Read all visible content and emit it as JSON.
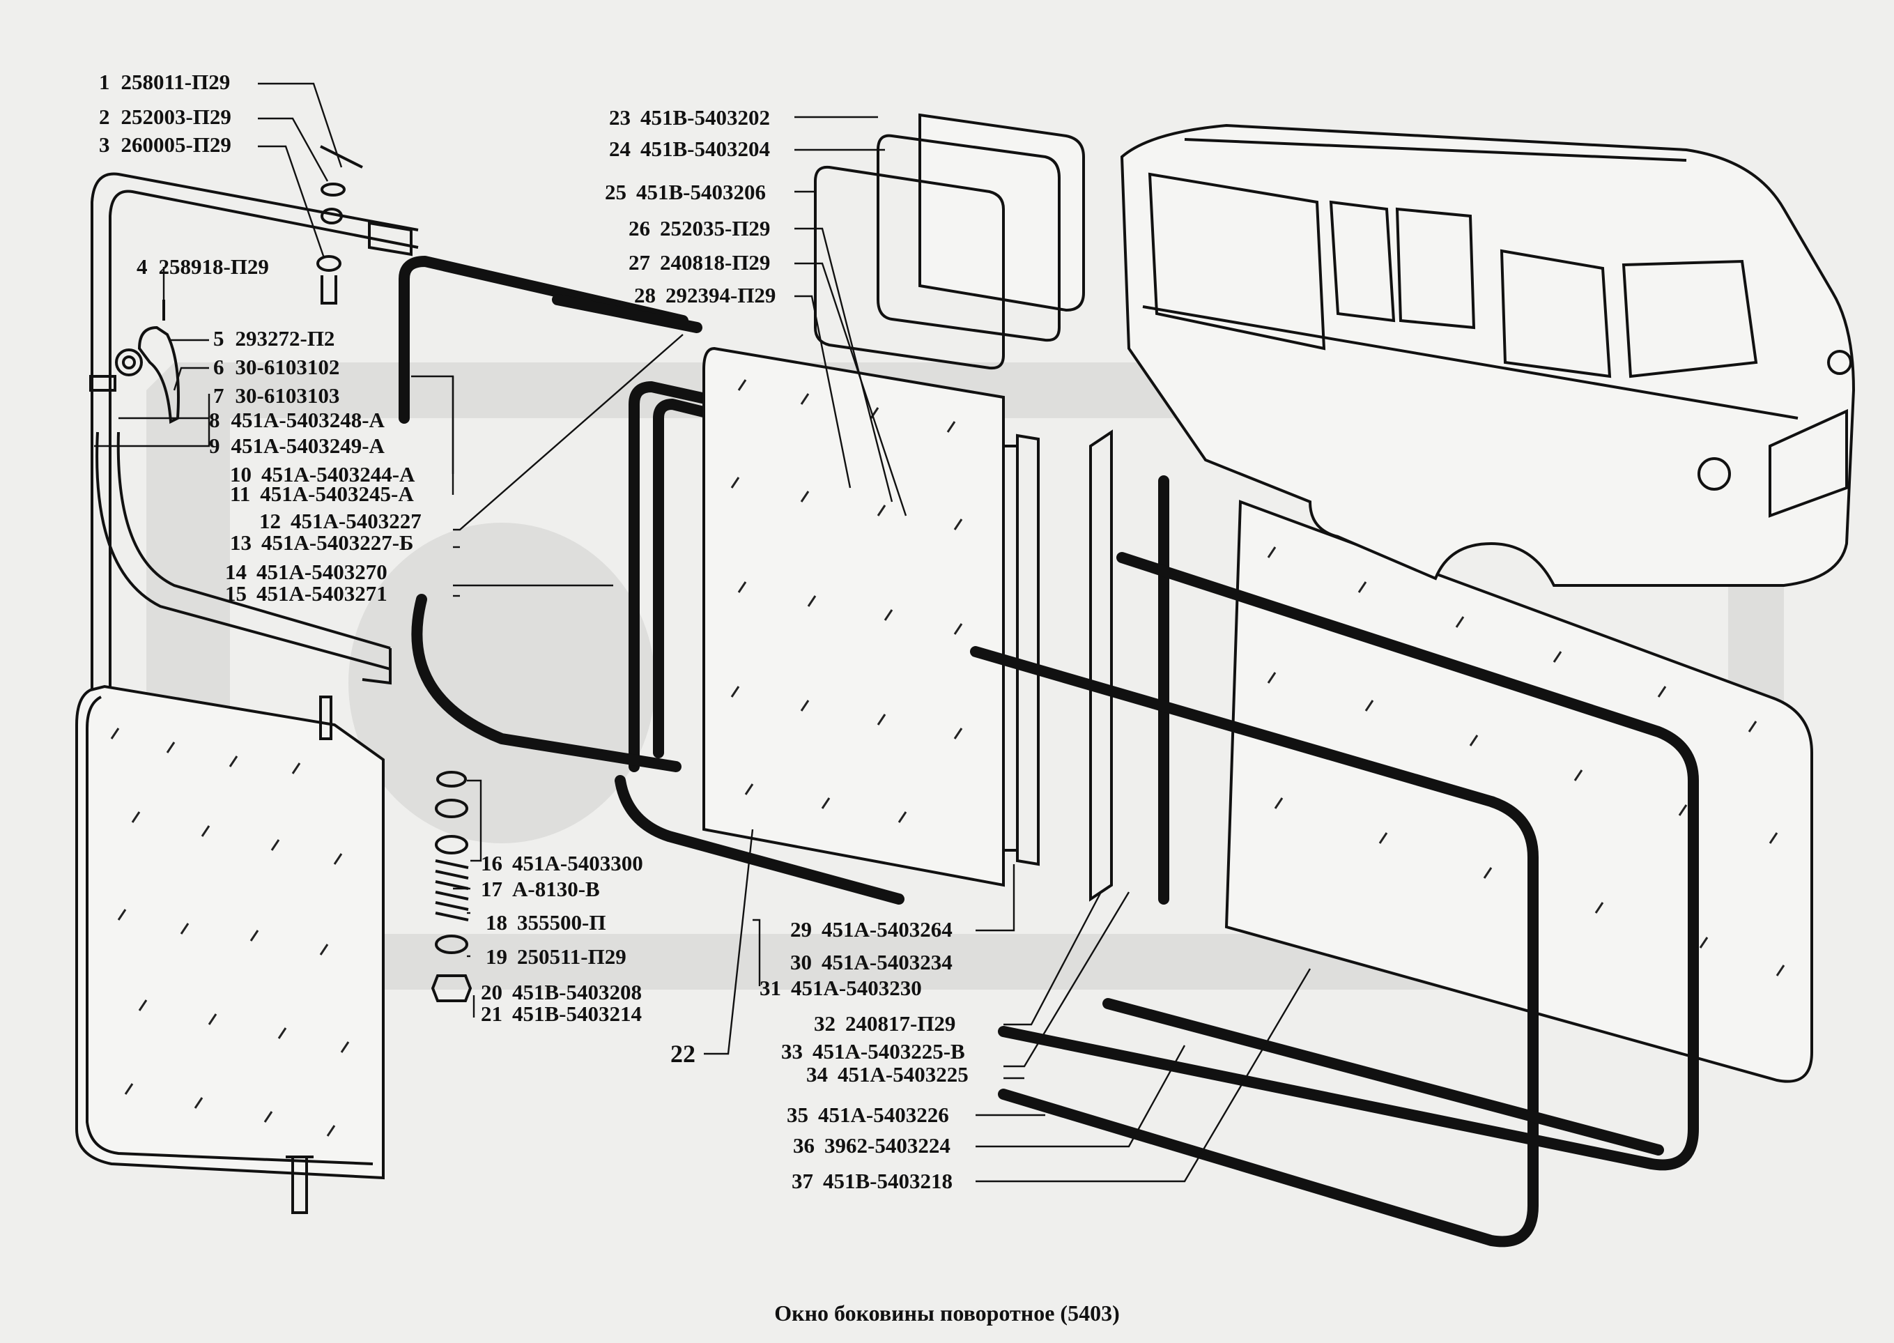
{
  "caption": "Окно боковины поворотное (5403)",
  "callouts": [
    {
      "num": "1",
      "part": "258011-П29"
    },
    {
      "num": "2",
      "part": "252003-П29"
    },
    {
      "num": "3",
      "part": "260005-П29"
    },
    {
      "num": "4",
      "part": "258918-П29"
    },
    {
      "num": "5",
      "part": "293272-П2"
    },
    {
      "num": "6",
      "part": "30-6103102"
    },
    {
      "num": "7",
      "part": "30-6103103"
    },
    {
      "num": "8",
      "part": "451А-5403248-А"
    },
    {
      "num": "9",
      "part": "451А-5403249-А"
    },
    {
      "num": "10",
      "part": "451А-5403244-А"
    },
    {
      "num": "11",
      "part": "451А-5403245-А"
    },
    {
      "num": "12",
      "part": "451А-5403227"
    },
    {
      "num": "13",
      "part": "451А-5403227-Б"
    },
    {
      "num": "14",
      "part": "451А-5403270"
    },
    {
      "num": "15",
      "part": "451А-5403271"
    },
    {
      "num": "16",
      "part": "451А-5403300"
    },
    {
      "num": "17",
      "part": "А-8130-В"
    },
    {
      "num": "18",
      "part": "355500-П"
    },
    {
      "num": "19",
      "part": "250511-П29"
    },
    {
      "num": "20",
      "part": "451В-5403208"
    },
    {
      "num": "21",
      "part": "451В-5403214"
    },
    {
      "num": "22",
      "part": ""
    },
    {
      "num": "23",
      "part": "451В-5403202"
    },
    {
      "num": "24",
      "part": "451В-5403204"
    },
    {
      "num": "25",
      "part": "451В-5403206"
    },
    {
      "num": "26",
      "part": "252035-П29"
    },
    {
      "num": "27",
      "part": "240818-П29"
    },
    {
      "num": "28",
      "part": "292394-П29"
    },
    {
      "num": "29",
      "part": "451А-5403264"
    },
    {
      "num": "30",
      "part": "451А-5403234"
    },
    {
      "num": "31",
      "part": "451А-5403230"
    },
    {
      "num": "32",
      "part": "240817-П29"
    },
    {
      "num": "33",
      "part": "451А-5403225-В"
    },
    {
      "num": "34",
      "part": "451А-5403225"
    },
    {
      "num": "35",
      "part": "451А-5403226"
    },
    {
      "num": "36",
      "part": "3962-5403224"
    },
    {
      "num": "37",
      "part": "451В-5403218"
    }
  ]
}
